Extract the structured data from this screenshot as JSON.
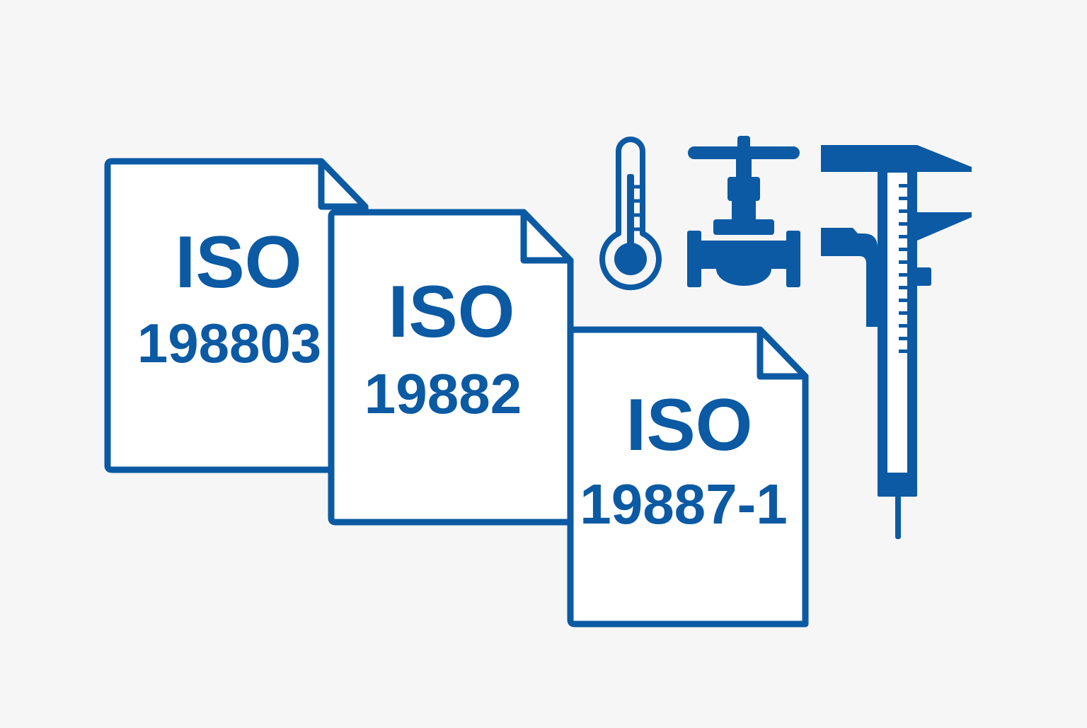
{
  "colors": {
    "background": "#f6f6f6",
    "accent": "#0b5aa3",
    "paper": "#ffffff"
  },
  "documents": [
    {
      "title": "ISO",
      "number": "198803"
    },
    {
      "title": "ISO",
      "number": "19882"
    },
    {
      "title": "ISO",
      "number": "19887-1"
    }
  ],
  "icons": [
    "thermometer-icon",
    "valve-icon",
    "caliper-icon"
  ]
}
